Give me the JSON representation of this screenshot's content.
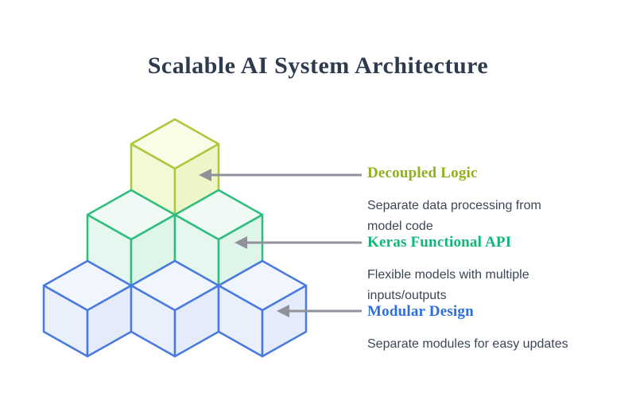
{
  "title": "Scalable AI System Architecture",
  "items": [
    {
      "heading": "Decoupled Logic",
      "lines": [
        "Separate data processing from",
        "model code"
      ]
    },
    {
      "heading": "Keras Functional API",
      "lines": [
        "Flexible models with multiple",
        "inputs/outputs"
      ]
    },
    {
      "heading": "Modular Design",
      "lines": [
        "Separate modules for easy updates"
      ]
    }
  ],
  "colors": {
    "title": "#2e3b4e",
    "body": "#3b4656",
    "arrow": "#8f9399",
    "heading-0": "#8fb21c",
    "heading-1": "#12b578",
    "heading-2": "#2e6fe0",
    "cube1-stroke": "#a9c93b",
    "cube1-top": "#fafce8",
    "cube1-left": "#f3f9d4",
    "cube1-right": "#eef6c9",
    "cube2-stroke": "#2ebd7d",
    "cube2-top": "#f0faf5",
    "cube2-left": "#e6f7ef",
    "cube2-right": "#e0f5ea",
    "cube3-stroke": "#4a7ae0",
    "cube3-top": "#f1f5fd",
    "cube3-left": "#e9effb",
    "cube3-right": "#e4ebf9"
  }
}
